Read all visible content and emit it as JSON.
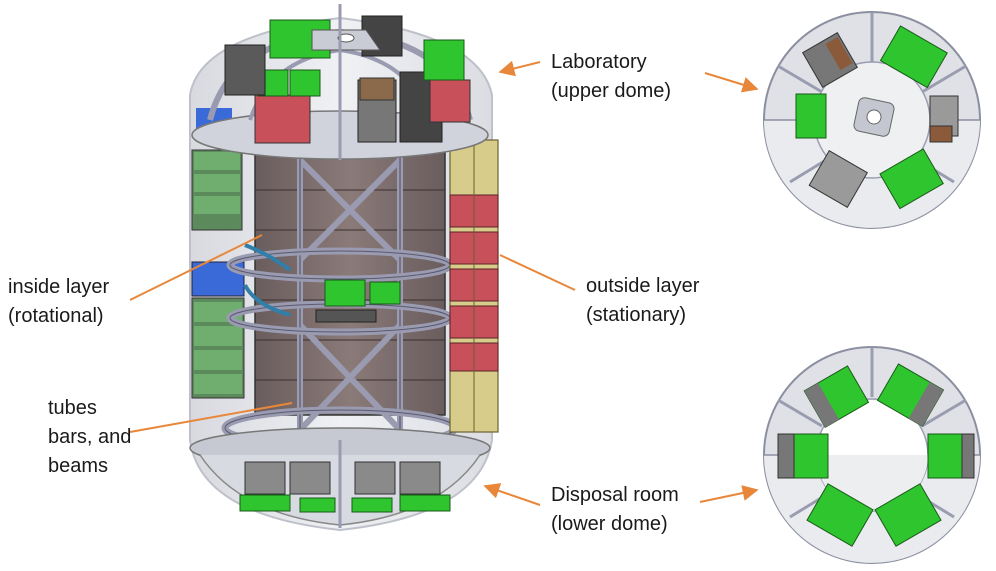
{
  "labels": {
    "laboratory": [
      "Laboratory",
      "(upper dome)"
    ],
    "inside_layer": [
      "inside layer",
      "(rotational)"
    ],
    "outside_layer": [
      "outside layer",
      "(stationary)"
    ],
    "structure": [
      "tubes",
      "bars, and",
      "beams"
    ],
    "disposal": [
      "Disposal room",
      "(lower dome)"
    ]
  },
  "colors": {
    "arrow": "#E8873A",
    "green_module": "#2EC52E",
    "red_module": "#C8505A",
    "yellow_panel": "#D8CC8A",
    "blue_module": "#3A6AD8",
    "frame": "#9A9AB0",
    "shell": "#C9CDD8"
  },
  "icons": [
    "cylindrical-habitat-cutaway",
    "upper-dome-top-view",
    "lower-dome-top-view"
  ]
}
